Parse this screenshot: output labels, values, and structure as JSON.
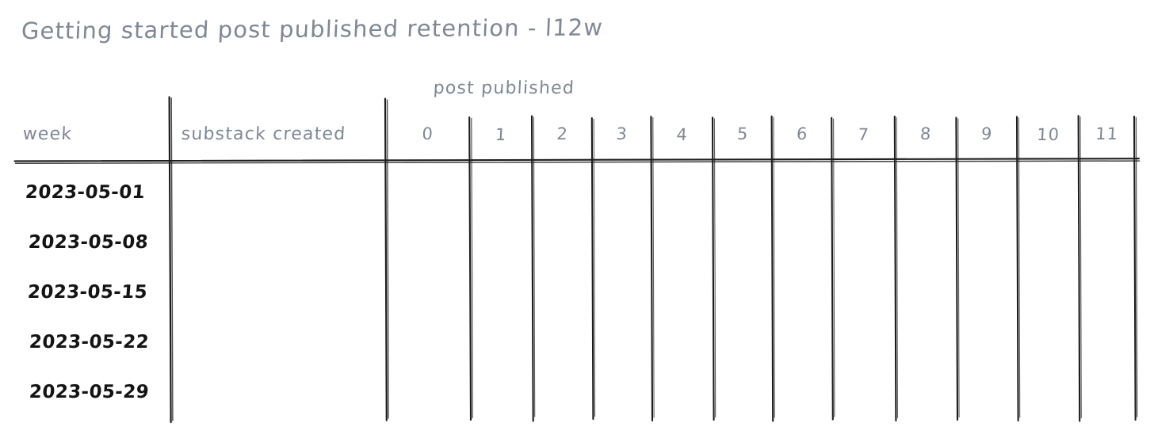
{
  "chart_data": {
    "type": "table",
    "title": "Getting started post published retention - l12w",
    "row_header": "week",
    "columns_meta": [
      "substack created"
    ],
    "group_header": "post published",
    "period_columns": [
      "0",
      "1",
      "2",
      "3",
      "4",
      "5",
      "6",
      "7",
      "8",
      "9",
      "10",
      "11"
    ],
    "rows": [
      {
        "week": "2023-05-01",
        "substack_created": "",
        "values": [
          "",
          "",
          "",
          "",
          "",
          "",
          "",
          "",
          "",
          "",
          "",
          ""
        ]
      },
      {
        "week": "2023-05-08",
        "substack_created": "",
        "values": [
          "",
          "",
          "",
          "",
          "",
          "",
          "",
          "",
          "",
          "",
          "",
          ""
        ]
      },
      {
        "week": "2023-05-15",
        "substack_created": "",
        "values": [
          "",
          "",
          "",
          "",
          "",
          "",
          "",
          "",
          "",
          "",
          "",
          ""
        ]
      },
      {
        "week": "2023-05-22",
        "substack_created": "",
        "values": [
          "",
          "",
          "",
          "",
          "",
          "",
          "",
          "",
          "",
          "",
          "",
          ""
        ]
      },
      {
        "week": "2023-05-29",
        "substack_created": "",
        "values": [
          "",
          "",
          "",
          "",
          "",
          "",
          "",
          "",
          "",
          "",
          "",
          ""
        ]
      }
    ],
    "grid": true,
    "legend": "none",
    "colors": {
      "title_text": "#7e8896",
      "header_text": "#7e8896",
      "row_text": "#141414",
      "rule": "#1c1c1c",
      "background": "#ffffff"
    }
  },
  "title": {
    "text": "Getting started post published retention - l12w"
  },
  "table": {
    "headers": {
      "week": "week",
      "substack_created": "substack created",
      "group": "post published"
    },
    "period_columns": [
      "0",
      "1",
      "2",
      "3",
      "4",
      "5",
      "6",
      "7",
      "8",
      "9",
      "10",
      "11"
    ],
    "rows": [
      {
        "week": "2023-05-01"
      },
      {
        "week": "2023-05-08"
      },
      {
        "week": "2023-05-15"
      },
      {
        "week": "2023-05-22"
      },
      {
        "week": "2023-05-29"
      }
    ]
  }
}
